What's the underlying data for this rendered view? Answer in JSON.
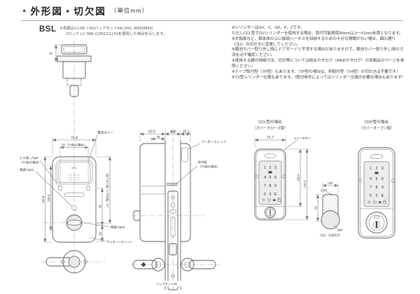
{
  "page": {
    "title": "外形図・切欠図",
    "unit": "（単位mm）"
  },
  "model": {
    "name": "BSL",
    "note_line1": "※本図はV-LOK 7 NUバックセット64にBSL 3699(8869)",
    "note_line2": "2ロック LX TME COP(CCL)THを使用した場合を示します。"
  },
  "notes": {
    "lines": [
      "※シリンダーはGV、V、GP、P、Zです。",
      "ただしCCL型でGVシリンダーを使用する場合、取付可能扉厚36mm以上～51mm未満となります。",
      "※木製扉など、扉本体の上に接続ハーネスを収納するための十分な隙間がない場合、図示通り",
      "（注1）の切欠きに変更してください。",
      "※電池カバー取り外し時にドアガードと干渉する場合がありますので、電池カバー取り外し時の寸",
      "法を必ず確認ください。",
      "※使用する鍵の詳細寸法、切欠等については総合カタログ（WEBカタログ）の各製品のページを参",
      "照ください。",
      "※テープ取付型（TP型）もあります。（TP型の場合は、枠取付型（TH型）の切欠きは不要です）",
      "※TX型シリンダー仕様もあります。（取付条件によってはシリンダー交換が必要な場合もあります）"
    ]
  },
  "topview": {
    "dim": "35"
  },
  "interior": {
    "dim_width": "76.8",
    "dim_inner_width": "50（TH型の場合）",
    "dim_height": "154.8",
    "dim_inner_height": "118.4",
    "dim_battery": "119（電池カバー取り外し時）",
    "dim_a": "68",
    "dim_b": "29",
    "label_battery_cover": "電池カバー",
    "label_screw_hole": "ビス通し穴φ8",
    "label_screw_hole2": "（TH型の場合）",
    "label_through_hole": "貫通穴φ13",
    "label_thumb_hole": "貫通穴φ33",
    "label_thumbturn": "サムターンユニット",
    "brand": "MIWA"
  },
  "side": {
    "dim_left": "63.6",
    "dim_left_inner": "36",
    "dim_door": "扉厚",
    "dim_right": "25.1",
    "label_reader": "リーダーユニット",
    "label_plate1": "取付板",
    "label_plate2": "（TH型の場合）",
    "label_backset": "バックセット64"
  },
  "ccl": {
    "title": "CCL型の場合",
    "subtitle": "（カバークローズ型）",
    "dim_width": "71.7",
    "dim_h1": "140.4",
    "dim_h2": "176.2",
    "label_main_button": "メインボタン"
  },
  "cop": {
    "title": "COP型の場合",
    "subtitle": "（カバーオープン型）"
  },
  "cutout": {
    "dim_w": "（33）",
    "dim_r": "2-R5",
    "dim_h": "50",
    "dim_dia": "φ33",
    "note": "（注1）の切欠き"
  },
  "keypad": {
    "rows": [
      [
        "1",
        "2",
        "3"
      ],
      [
        "4",
        "5",
        "6"
      ],
      [
        "7",
        "8",
        "9"
      ],
      [
        "C",
        "0",
        "E"
      ]
    ]
  }
}
